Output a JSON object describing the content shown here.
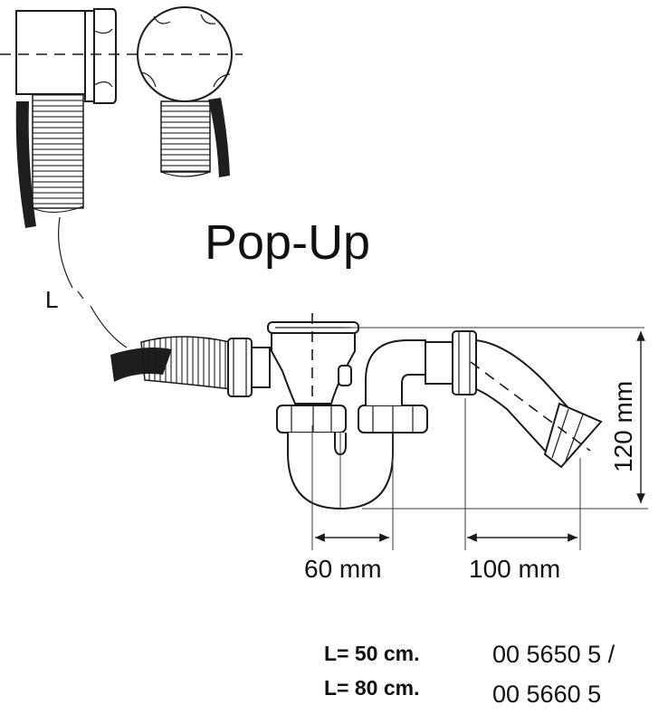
{
  "title": "Pop-Up",
  "length_label": "L",
  "dimensions": {
    "height": "120 mm",
    "width_trap": "60 mm",
    "width_outlet": "100 mm"
  },
  "variants": [
    {
      "length": "L= 50 cm.",
      "code": "00 5650 5 /"
    },
    {
      "length": "L= 80 cm.",
      "code": "00 5660 5"
    }
  ]
}
